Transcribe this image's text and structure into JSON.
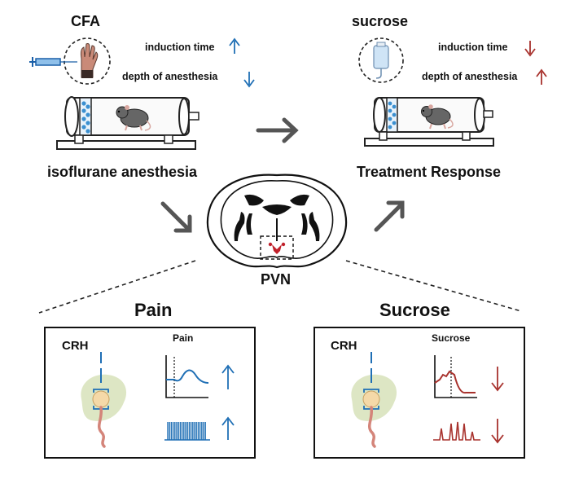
{
  "left_top": {
    "condition": "CFA",
    "line1": "induction time",
    "line2": "depth of anesthesia",
    "caption": "isoflurane anesthesia"
  },
  "right_top": {
    "condition": "sucrose",
    "line1": "induction time",
    "line2": "depth of anesthesia",
    "caption": "Treatment Response"
  },
  "center": {
    "region": "PVN"
  },
  "panel_pain": {
    "heading": "Pain",
    "cell": "CRH",
    "trace_title": "Pain",
    "direction": "up"
  },
  "panel_sucrose": {
    "heading": "Sucrose",
    "cell": "CRH",
    "trace_title": "Sucrose",
    "direction": "down"
  },
  "colors": {
    "up_arrow": "#1f6fb5",
    "down_arrow": "#a8322d",
    "trace_blue": "#1f6fb5",
    "trace_red": "#a8322d",
    "tissue": "#dde6c4",
    "big_arrow": "#555555"
  },
  "icons": [
    "syringe-icon",
    "paw-icon",
    "sucrose-bottle-icon",
    "mouse-icon",
    "brain-slice-icon",
    "neuron-icon"
  ]
}
